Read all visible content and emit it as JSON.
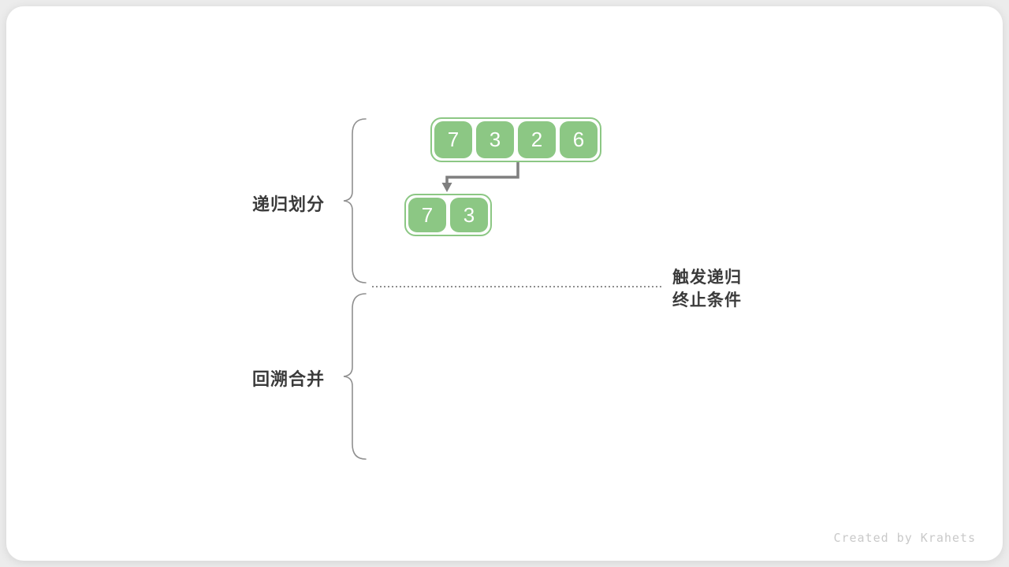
{
  "diagram": {
    "type": "merge-sort-recursive-division",
    "phases": [
      {
        "label": "递归划分"
      },
      {
        "label": "回溯合并"
      }
    ],
    "termination_note": {
      "line1": "触发递归",
      "line2": "终止条件"
    },
    "arrays": {
      "level1": [
        "7",
        "3",
        "2",
        "6"
      ],
      "level2": [
        "7",
        "3"
      ]
    },
    "colors": {
      "box_green": "#8cc784",
      "box_number_text": "#ffffff",
      "label_text": "#3b3b3b",
      "brace_gray": "#8f8f8f",
      "arrow_gray": "#7f7f7f",
      "dotted_line_gray": "#8e8e8e",
      "credit_text": "#c9c9c9",
      "card_background": "#ffffff",
      "page_background": "#ececec"
    }
  },
  "footer": {
    "credit": "Created by Krahets"
  }
}
